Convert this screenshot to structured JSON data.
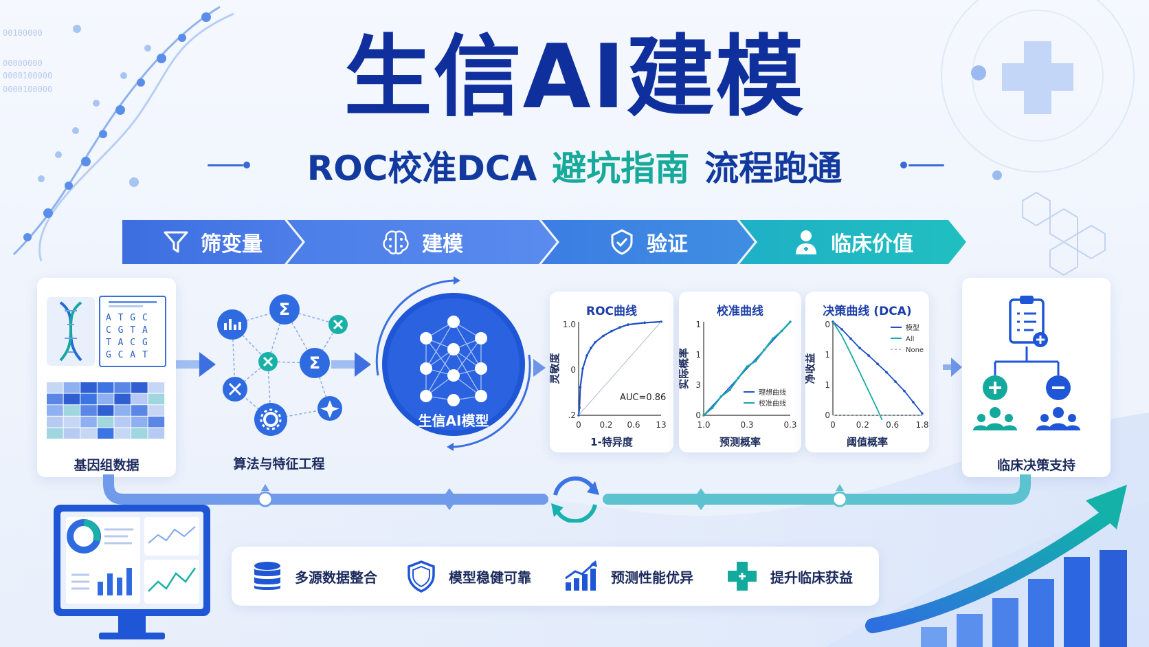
{
  "title": "生信AI建模",
  "subtitle": {
    "part1": "ROC校准DCA",
    "part2": "避坑指南",
    "part3": "流程跑通"
  },
  "steps": [
    {
      "label": "筛变量",
      "icon": "filter-icon",
      "color": "#3b6fe0"
    },
    {
      "label": "建模",
      "icon": "brain-icon",
      "color": "#4b7ee8"
    },
    {
      "label": "验证",
      "icon": "shield-check-icon",
      "color": "#3f86e4"
    },
    {
      "label": "临床价值",
      "icon": "doctor-icon",
      "color": "#1fb3c0"
    }
  ],
  "panels": {
    "genome": {
      "label": "基因组数据",
      "sequence": [
        "A T G C",
        "C G T A",
        "T A C G",
        "G C A T"
      ]
    },
    "features": {
      "label": "算法与特征工程"
    },
    "model": {
      "label": "生信AI模型"
    },
    "decision": {
      "label": "临床决策支持"
    }
  },
  "chart_data": [
    {
      "type": "line",
      "title": "ROC曲线",
      "xlabel": "1-特异度",
      "ylabel": "灵敏度",
      "xticks": [
        "0",
        "0.2",
        "0.6",
        "13"
      ],
      "yticks": [
        "1.0",
        "0",
        ".2"
      ],
      "annotation": "AUC=0.86",
      "series": [
        {
          "x": [
            0,
            0.01,
            0.02,
            0.05,
            0.1,
            0.15,
            0.2,
            0.3,
            0.4,
            0.5,
            0.6,
            0.8,
            1.0
          ],
          "values": [
            0,
            0.08,
            0.3,
            0.5,
            0.64,
            0.72,
            0.78,
            0.85,
            0.9,
            0.94,
            0.97,
            0.99,
            1.0
          ]
        },
        {
          "x": [
            0,
            1
          ],
          "values": [
            0,
            1
          ]
        }
      ]
    },
    {
      "type": "line",
      "title": "校准曲线",
      "xlabel": "预测概率",
      "ylabel": "实际概率",
      "xticks": [
        "1.0",
        "0.3",
        "0.3"
      ],
      "yticks": [
        "1",
        "1",
        "3",
        "0"
      ],
      "legend": [
        "理想曲线",
        "校准曲线"
      ],
      "series": [
        {
          "name": "理想曲线",
          "x": [
            0,
            1
          ],
          "values": [
            0,
            1
          ]
        },
        {
          "name": "校准曲线",
          "x": [
            0,
            0.1,
            0.2,
            0.3,
            0.4,
            0.5,
            0.6,
            0.7,
            0.8,
            0.9,
            1.0
          ],
          "values": [
            0,
            0.08,
            0.2,
            0.27,
            0.4,
            0.52,
            0.58,
            0.7,
            0.82,
            0.9,
            1.0
          ]
        }
      ]
    },
    {
      "type": "line",
      "title": "决策曲线 (DCA)",
      "xlabel": "阈值概率",
      "ylabel": "净收益",
      "xticks": [
        "0",
        "0.2",
        "0.6",
        "1.8"
      ],
      "yticks": [
        "0",
        "1",
        "1",
        "0"
      ],
      "legend": [
        "模型",
        "All",
        "None"
      ],
      "series": [
        {
          "name": "模型",
          "x": [
            0,
            0.1,
            0.2,
            0.3,
            0.4,
            0.5,
            0.6,
            0.7,
            0.8,
            0.9,
            1.0
          ],
          "values": [
            1.0,
            0.92,
            0.82,
            0.72,
            0.64,
            0.55,
            0.46,
            0.36,
            0.26,
            0.14,
            0.02
          ]
        },
        {
          "name": "All",
          "x": [
            0,
            0.1,
            0.2,
            0.3,
            0.4,
            0.5,
            0.55
          ],
          "values": [
            1.0,
            0.85,
            0.66,
            0.46,
            0.26,
            0.06,
            -0.05
          ]
        },
        {
          "name": "None",
          "x": [
            0,
            1
          ],
          "values": [
            0,
            0
          ]
        }
      ]
    }
  ],
  "features": [
    {
      "label": "多源数据整合",
      "icon": "database-icon"
    },
    {
      "label": "模型稳健可靠",
      "icon": "shield-icon"
    },
    {
      "label": "预测性能优异",
      "icon": "growth-chart-icon"
    },
    {
      "label": "提升临床获益",
      "icon": "medical-cross-icon"
    }
  ],
  "colors": {
    "primary": "#0e2f9c",
    "accent": "#17a99a",
    "blue": "#3b6fe0",
    "teal": "#1fb3c0"
  }
}
